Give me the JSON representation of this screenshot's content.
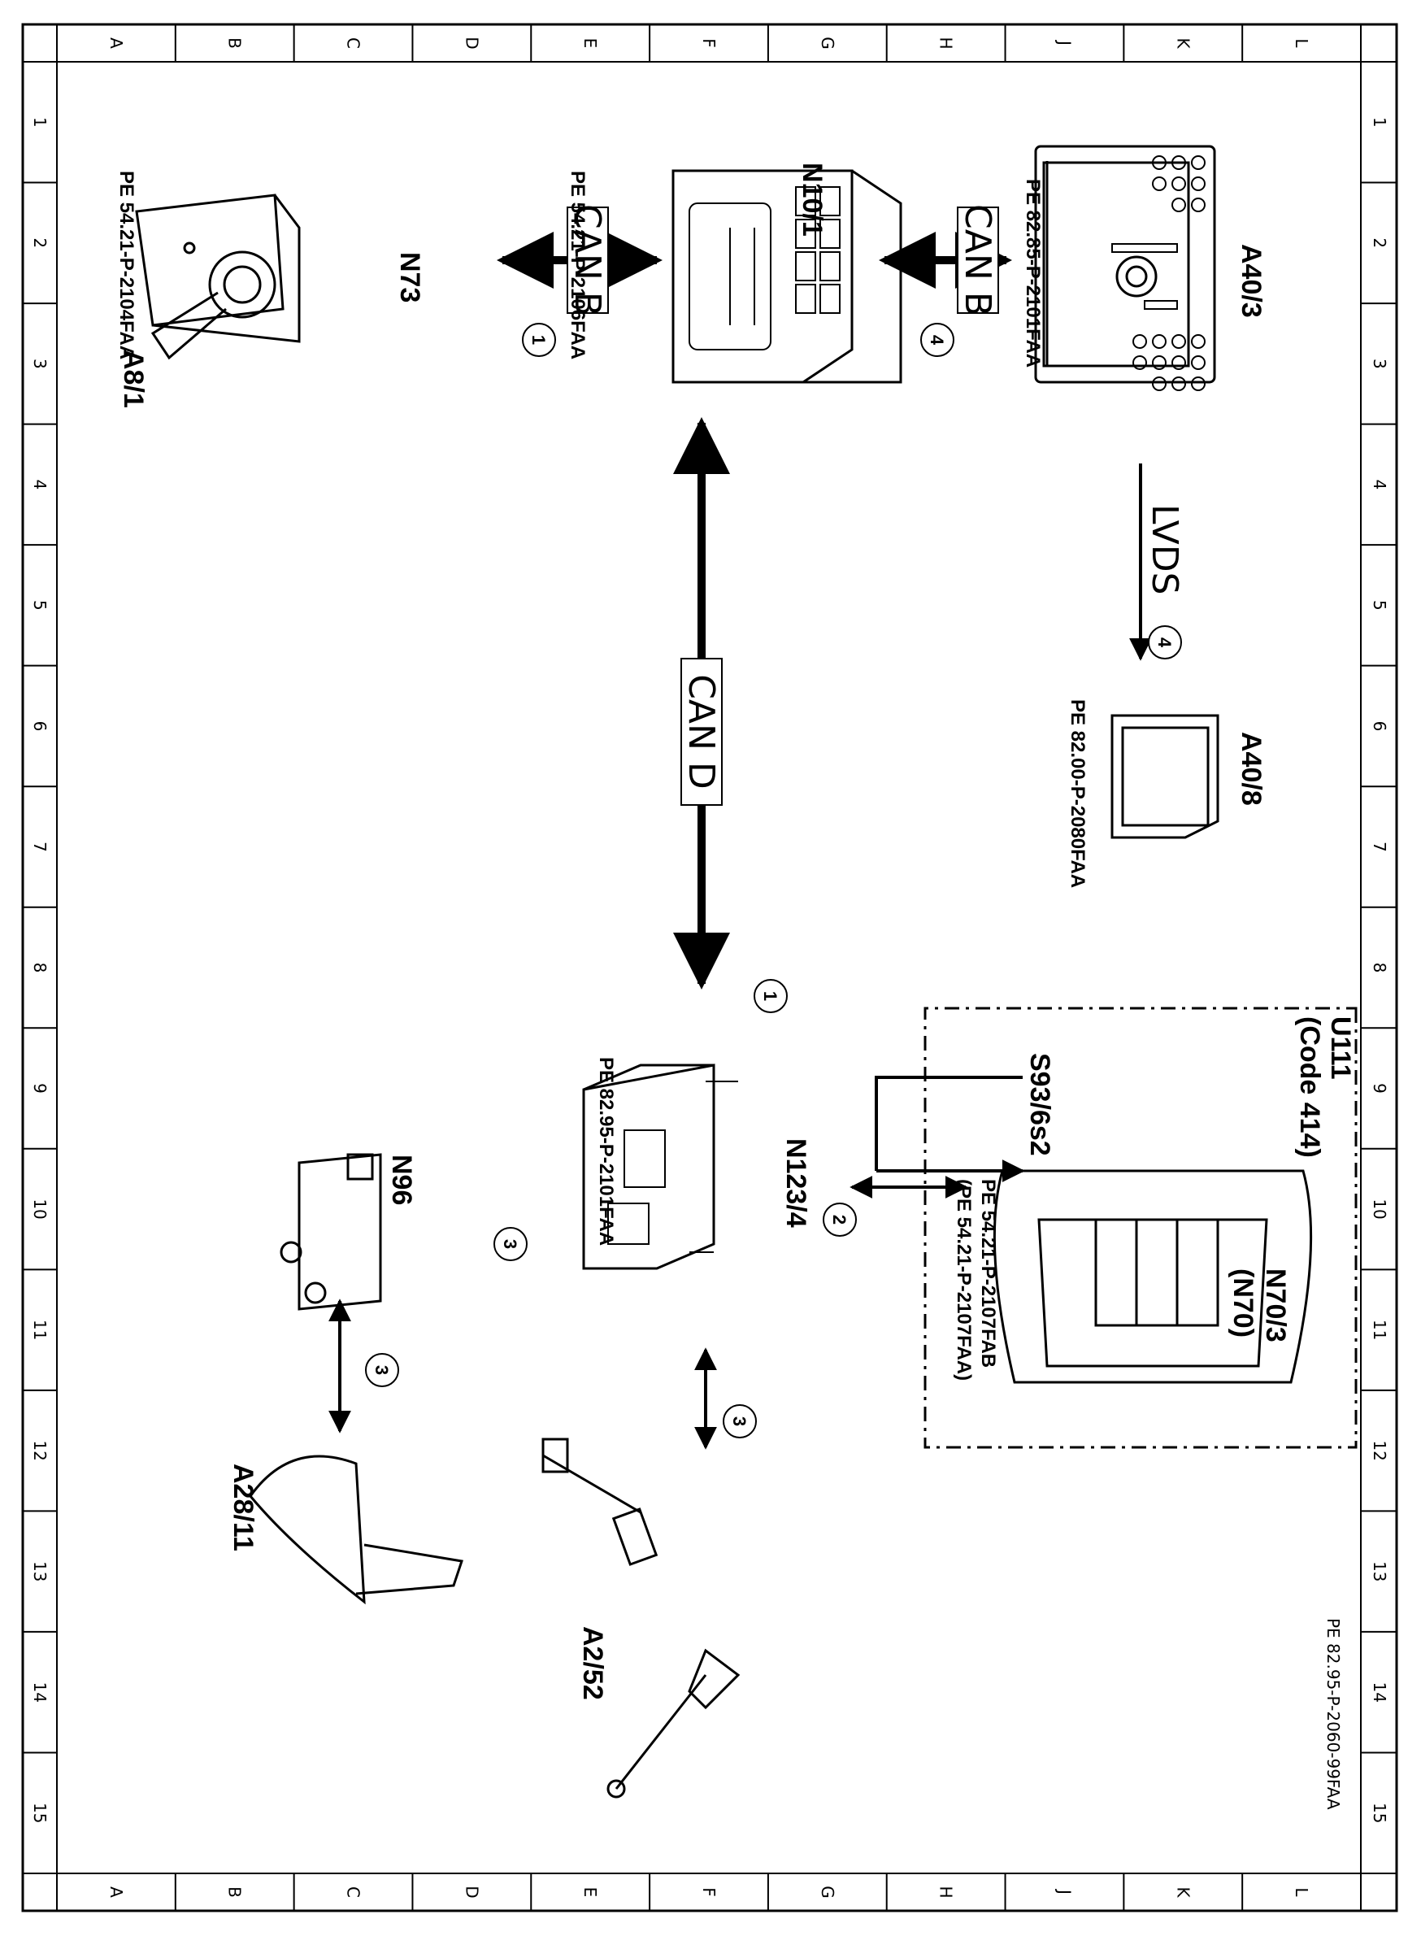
{
  "drawing": {
    "document_id": "PE 82.95-P-2060-99FAA",
    "columns": [
      "A",
      "B",
      "C",
      "D",
      "E",
      "F",
      "G",
      "H",
      "J",
      "K",
      "L"
    ],
    "rows": [
      "1",
      "2",
      "3",
      "4",
      "5",
      "6",
      "7",
      "8",
      "9",
      "10",
      "11",
      "12",
      "13",
      "14",
      "15"
    ]
  },
  "components": [
    {
      "id": "A40/3",
      "ref": "PE 82.85-P-2101FAA"
    },
    {
      "id": "N10/1",
      "ref": "PE 54.21-P-2106FAA"
    },
    {
      "id": "N73",
      "ref": ""
    },
    {
      "id": "A8/1",
      "ref": "PE 54.21-P-2104FAA"
    },
    {
      "id": "A40/8",
      "ref": "PE 82.00-P-2080FAA"
    },
    {
      "id": "N123/4",
      "ref": "PE 82.95-P-2101FAA"
    },
    {
      "id": "N96",
      "ref": ""
    },
    {
      "id": "A28/11",
      "ref": ""
    },
    {
      "id": "A2/52",
      "ref": ""
    },
    {
      "id": "N70/3",
      "ref": "PE 54.21-P-2107FAB"
    },
    {
      "id": "(N70)",
      "ref": "(PE 54.21-P-2107FAA)"
    },
    {
      "id": "S93/6s2",
      "ref": ""
    }
  ],
  "option_box": {
    "title": "U111",
    "code": "(Code 414)"
  },
  "connections": [
    {
      "label": "CAN B",
      "marker": "4",
      "from": "A40/3",
      "to": "N10/1"
    },
    {
      "label": "CAN B",
      "marker": "1",
      "from": "N10/1",
      "to": "N73"
    },
    {
      "label": "LVDS",
      "marker": "4",
      "from": "A40/3",
      "to": "A40/8"
    },
    {
      "label": "CAN D",
      "marker": "1",
      "from": "N10/1",
      "to": "N123/4"
    },
    {
      "label": "",
      "marker": "2",
      "from": "S93/6s2",
      "to": "N123/4"
    },
    {
      "label": "",
      "marker": "3",
      "from": "N123/4",
      "to": "N96"
    },
    {
      "label": "",
      "marker": "3",
      "from": "N123/4",
      "to": "A2/52"
    },
    {
      "label": "",
      "marker": "3",
      "from": "N96",
      "to": "A28/11"
    }
  ],
  "colors": {
    "line": "#000000",
    "background": "#ffffff"
  }
}
